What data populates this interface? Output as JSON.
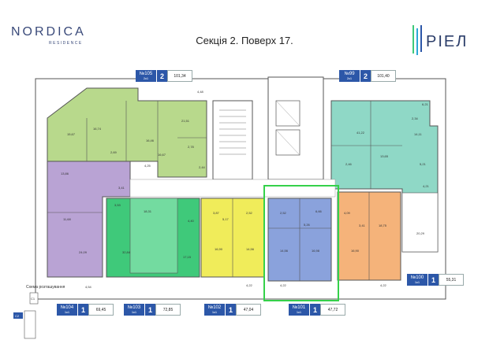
{
  "header": {
    "brand": "NORDICA",
    "brand_sub": "RESIDENCE",
    "title": "Секція 2. Поверх 17.",
    "developer": "PIEЛ"
  },
  "legend": {
    "label": "Схема розташування",
    "c1": "C1",
    "c2": "C2"
  },
  "colors": {
    "green": "#b8d98c",
    "bright_green": "#3fc97a",
    "yellow": "#f0ec5a",
    "blue": "#8aa2dc",
    "purple": "#b9a3d4",
    "teal": "#8fd8c6",
    "orange": "#f5b37a",
    "highlight": "#35d14a",
    "badge": "#2c57a8"
  },
  "apartments": [
    {
      "no": "№105",
      "type": "2к1",
      "rooms": "2",
      "area": "101,34"
    },
    {
      "no": "№99",
      "type": "2к1",
      "rooms": "2",
      "area": "101,40"
    },
    {
      "no": "№100",
      "type": "1к1",
      "rooms": "1",
      "area": "55,31"
    },
    {
      "no": "№104",
      "type": "1к1",
      "rooms": "1",
      "area": "69,45"
    },
    {
      "no": "№103",
      "type": "1к1",
      "rooms": "1",
      "area": "72,85"
    },
    {
      "no": "№102",
      "type": "1к1",
      "rooms": "1",
      "area": "47,04"
    },
    {
      "no": "№101",
      "type": "1к1",
      "rooms": "1",
      "area": "47,72"
    }
  ],
  "room_labels": {
    "green_top": [
      "16,74",
      "15,67",
      "16,46",
      "21,51",
      "4,48",
      "16,67",
      "4,25",
      "2,78",
      "2,44",
      "2,69"
    ],
    "purple": [
      "13,86",
      "11,68",
      "24,09",
      "3,41"
    ],
    "bright_green": [
      "32,84",
      "18,31",
      "17,15",
      "4,40",
      "3,53",
      "4,54"
    ],
    "yellow": [
      "16,90",
      "14,56",
      "3,87",
      "5,17",
      "2,52",
      "4,22"
    ],
    "blue": [
      "2,52",
      "6,66",
      "5,26",
      "14,56",
      "16,98",
      "4,22"
    ],
    "orange": [
      "4,09",
      "16,90",
      "18,75",
      "4,22",
      "3,41"
    ],
    "teal": [
      "41,22",
      "14,11",
      "13,65",
      "20,29",
      "6,21",
      "2,34",
      "5,21",
      "4,21",
      "2,46"
    ]
  }
}
